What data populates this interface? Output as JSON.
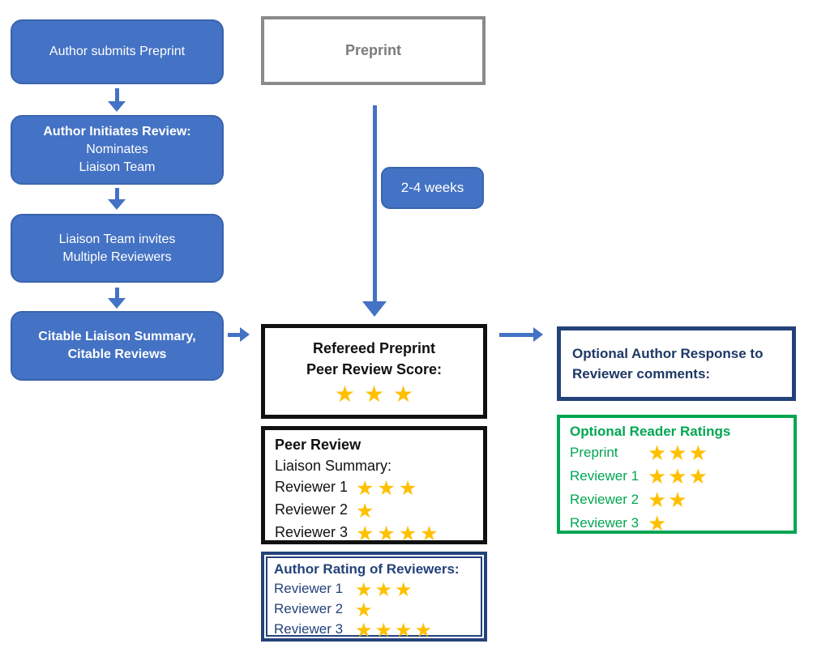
{
  "colors": {
    "accent_blue": "#4472C4",
    "blue_border": "#3A64AE",
    "navy": "#24427A",
    "green": "#00A651",
    "gold": "#FFC000",
    "gray": "#8A8A8A",
    "black": "#111111"
  },
  "star_symbol": "★",
  "left_flow": {
    "step1": {
      "line1": "Author submits Preprint"
    },
    "step2": {
      "line1": "Author Initiates Review:",
      "line2": "Nominates",
      "line3": "Liaison Team"
    },
    "step3": {
      "line1": "Liaison Team invites",
      "line2": "Multiple Reviewers"
    },
    "step4": {
      "line1": "Citable Liaison Summary,",
      "line2": "Citable Reviews"
    }
  },
  "preprint": {
    "label": "Preprint"
  },
  "timeline": {
    "label": "2-4 weeks"
  },
  "refereed": {
    "line1": "Refereed Preprint",
    "line2": "Peer Review Score:",
    "stars": 3
  },
  "peer_review": {
    "title": "Peer Review",
    "subtitle": "Liaison Summary:",
    "rows": [
      {
        "label": "Reviewer 1",
        "stars": 3
      },
      {
        "label": "Reviewer 2",
        "stars": 1
      },
      {
        "label": "Reviewer 3",
        "stars": 4
      }
    ]
  },
  "author_rating": {
    "title": "Author Rating of Reviewers:",
    "rows": [
      {
        "label": "Reviewer 1",
        "stars": 3
      },
      {
        "label": "Reviewer 2",
        "stars": 1
      },
      {
        "label": "Reviewer 3",
        "stars": 4
      }
    ]
  },
  "author_response": {
    "line1": "Optional Author Response to",
    "line2": "Reviewer comments:"
  },
  "reader_ratings": {
    "title": "Optional Reader Ratings",
    "rows": [
      {
        "label": "Preprint",
        "stars": 3
      },
      {
        "label": "Reviewer 1",
        "stars": 3
      },
      {
        "label": "Reviewer 2",
        "stars": 2
      },
      {
        "label": "Reviewer 3",
        "stars": 1
      }
    ]
  }
}
